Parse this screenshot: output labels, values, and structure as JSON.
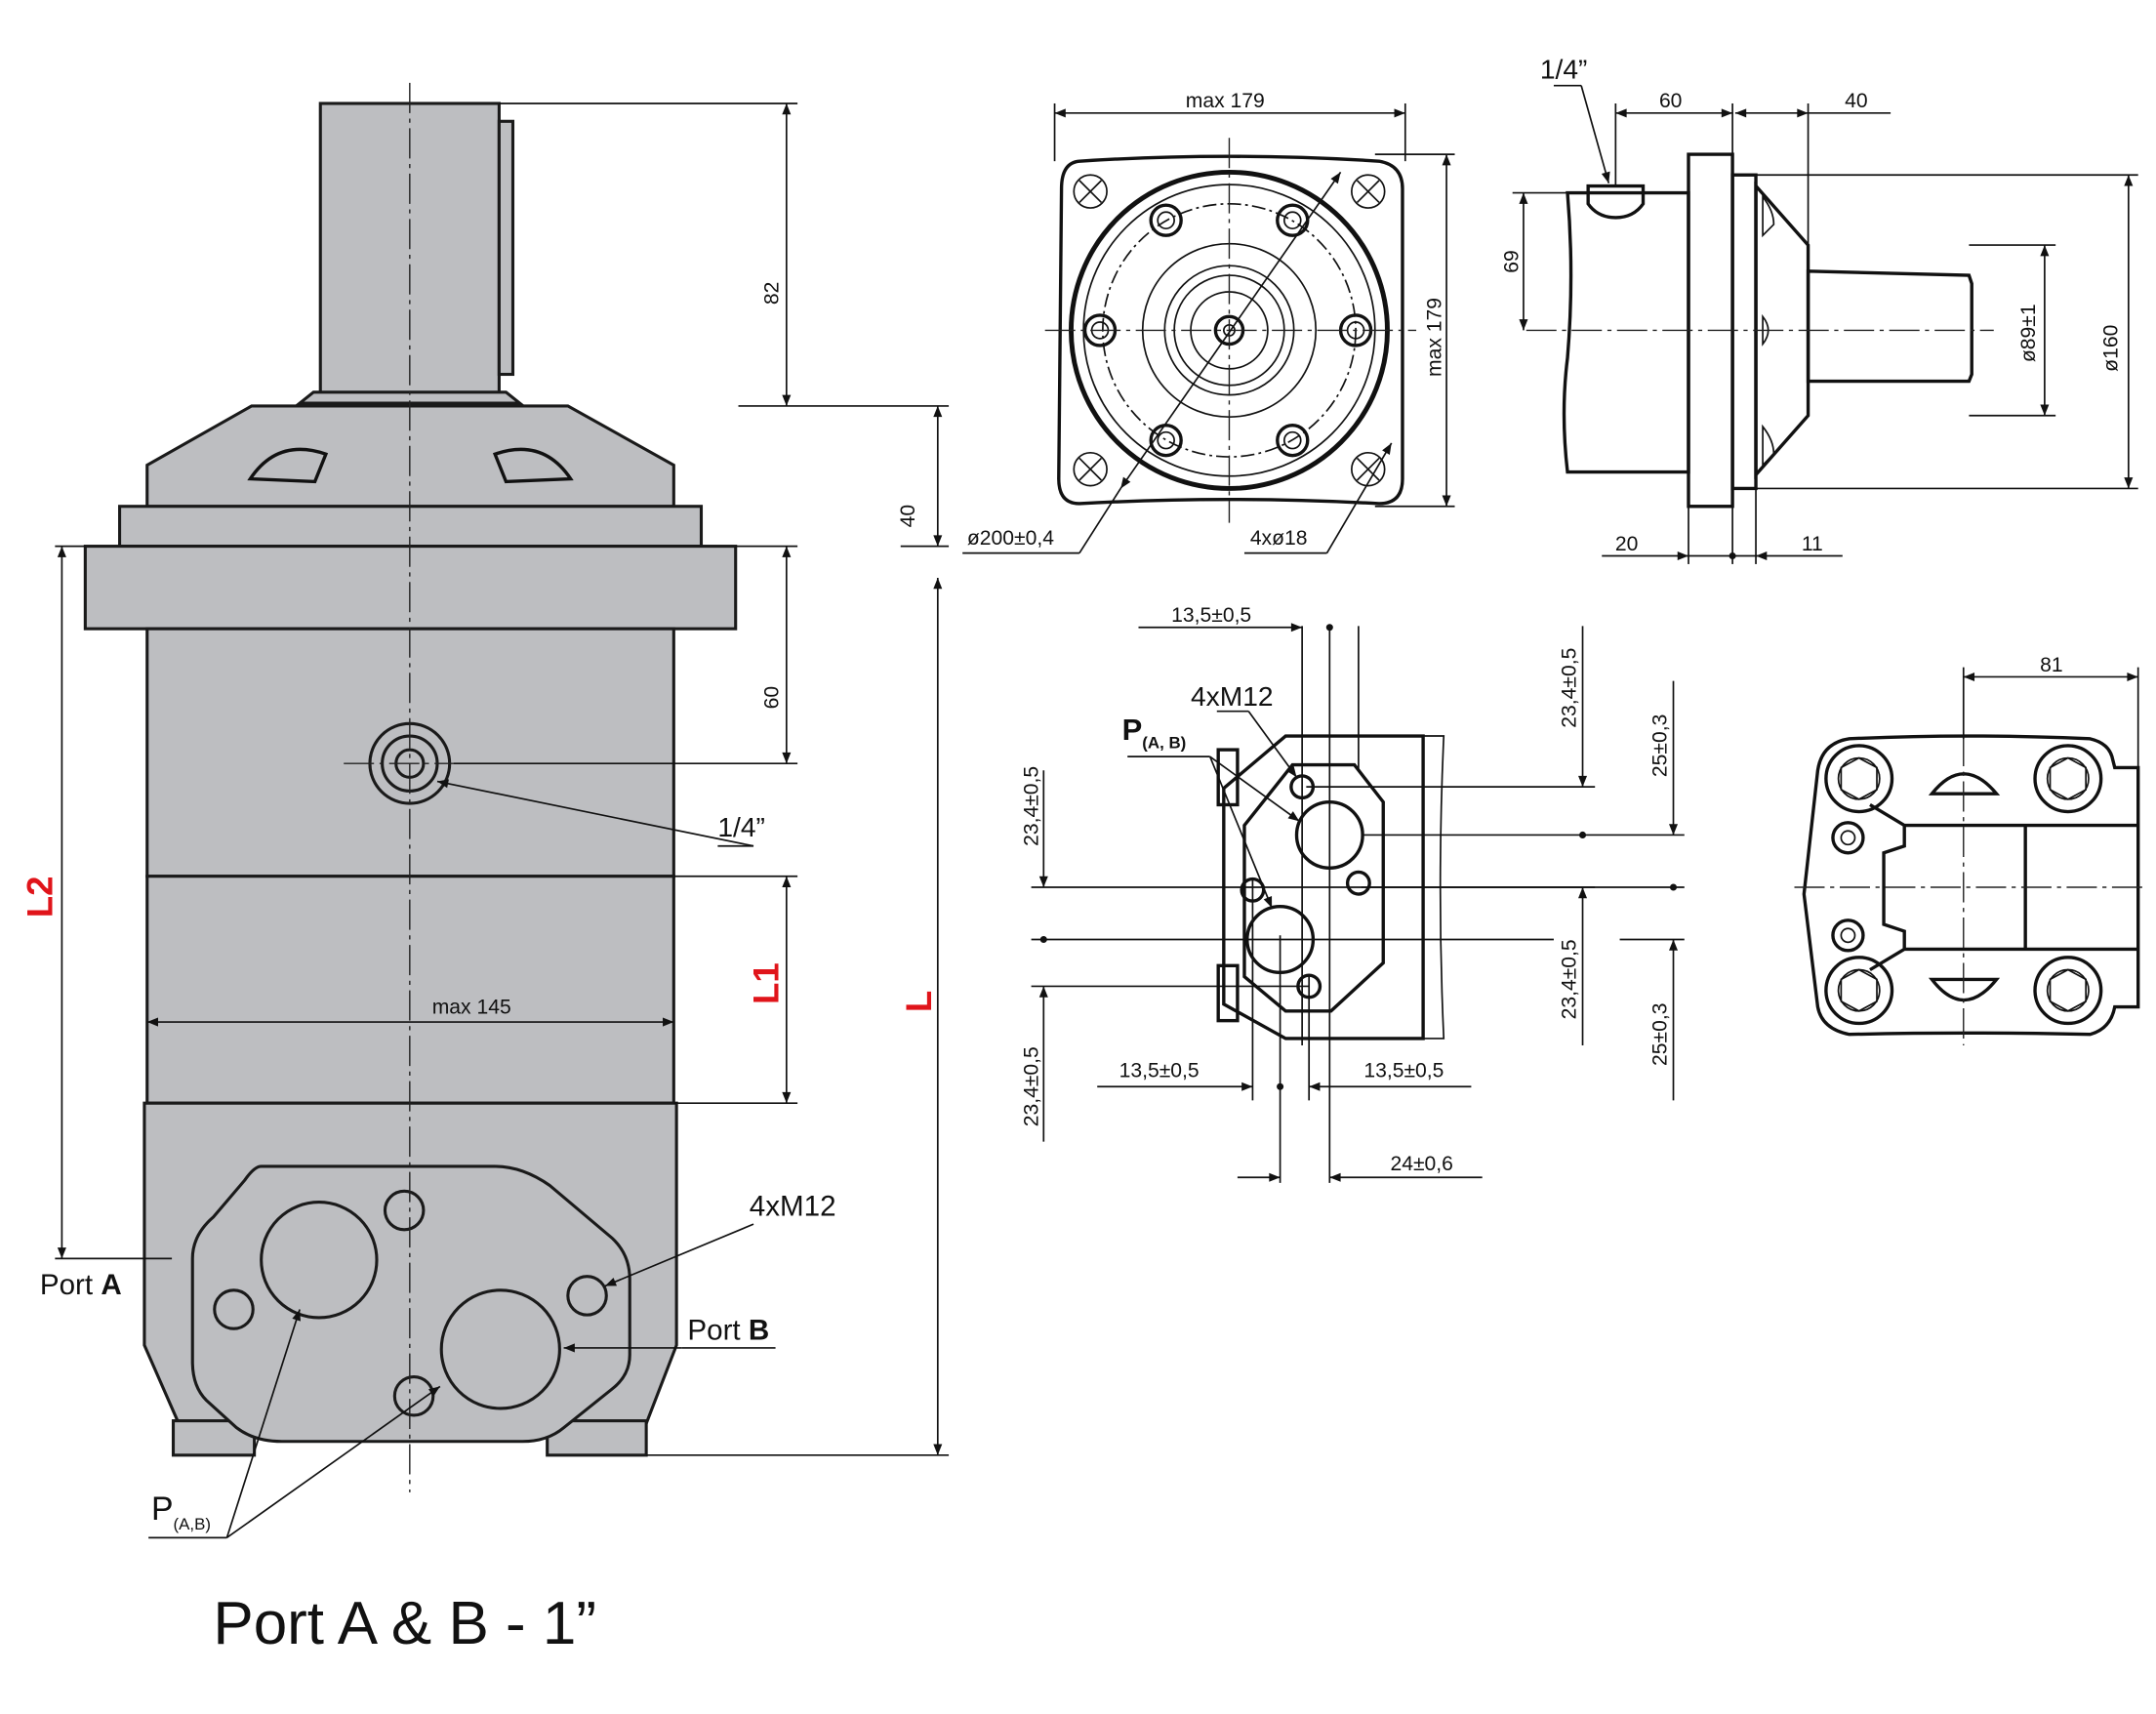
{
  "side_view_gray": {
    "dim_shaft": "82",
    "dim_flange": "40",
    "dim_drain": "60",
    "drain_port": "1/4”",
    "L1": "L1",
    "L": "L",
    "L2": "L2",
    "width": "max 145",
    "mount_threads": "4xM12",
    "port_a": {
      "prefix": "Port ",
      "bold": "A"
    },
    "port_b": {
      "prefix": "Port ",
      "bold": "B"
    },
    "p_label": {
      "main": "P",
      "sub": "(A,B)"
    }
  },
  "front_view": {
    "width": "max 179",
    "height": "max 179",
    "bolt_circle": "ø200±0,4",
    "holes": "4xø18"
  },
  "profile_view": {
    "drain_port": "1/4”",
    "dim_60": "60",
    "dim_40": "40",
    "dim_69": "69",
    "pilot": "ø89±1",
    "flange_dia": "ø160",
    "dim_20": "20",
    "dim_11": "11"
  },
  "port_face_view": {
    "top_offset": "13,5±0,5",
    "threads": "4xM12",
    "p_label": {
      "main": "P",
      "sub": "(A, B)"
    },
    "v_left_top": "23,4±0,5",
    "v_left_bottom": "23,4±0,5",
    "v_right_top": "23,4±0,5",
    "v_right_bottom": "23,4±0,5",
    "port_top": "25±0,3",
    "port_bottom": "25±0,3",
    "bottom_left": "13,5±0,5",
    "bottom_right": "13,5±0,5",
    "spacing": "24±0,6"
  },
  "end_view": {
    "dim_81": "81"
  },
  "caption": "Port A & B - 1”"
}
